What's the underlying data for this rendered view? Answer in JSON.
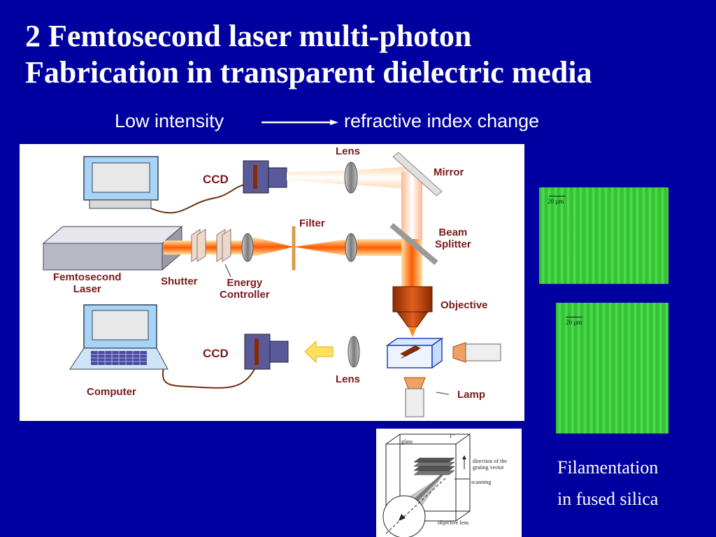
{
  "slide": {
    "title_line1": "2  Femtosecond laser multi-photon",
    "title_line2": "Fabrication in transparent dielectric media",
    "subtitle_left": "Low intensity",
    "subtitle_right": "refractive index change"
  },
  "diagram": {
    "labels": {
      "lens_top": "Lens",
      "mirror": "Mirror",
      "ccd_top": "CCD",
      "filter": "Filter",
      "beam_splitter_1": "Beam",
      "beam_splitter_2": "Splitter",
      "femtosecond_1": "Femtosecond",
      "femtosecond_2": "Laser",
      "shutter": "Shutter",
      "energy_1": "Energy",
      "energy_2": "Controller",
      "objective": "Objective",
      "ccd_bottom": "CCD",
      "lens_bottom": "Lens",
      "computer": "Computer",
      "lamp": "Lamp"
    }
  },
  "micrographs": {
    "top_scale": "20 µm",
    "bottom_scale": "20 µm"
  },
  "schematic": {
    "glass": "glass",
    "corner": "T°",
    "direction_1": "direction of the",
    "direction_2": "grating vector",
    "scanning": "scanning",
    "objective_lens": "objective lens"
  },
  "caption": {
    "line1": "Filamentation",
    "line2": "in fused silica"
  },
  "colors": {
    "background": "#0000a0",
    "label_text": "#7a1a1a",
    "beam": "#ff6a00",
    "micrograph": "#3ecf3e"
  }
}
